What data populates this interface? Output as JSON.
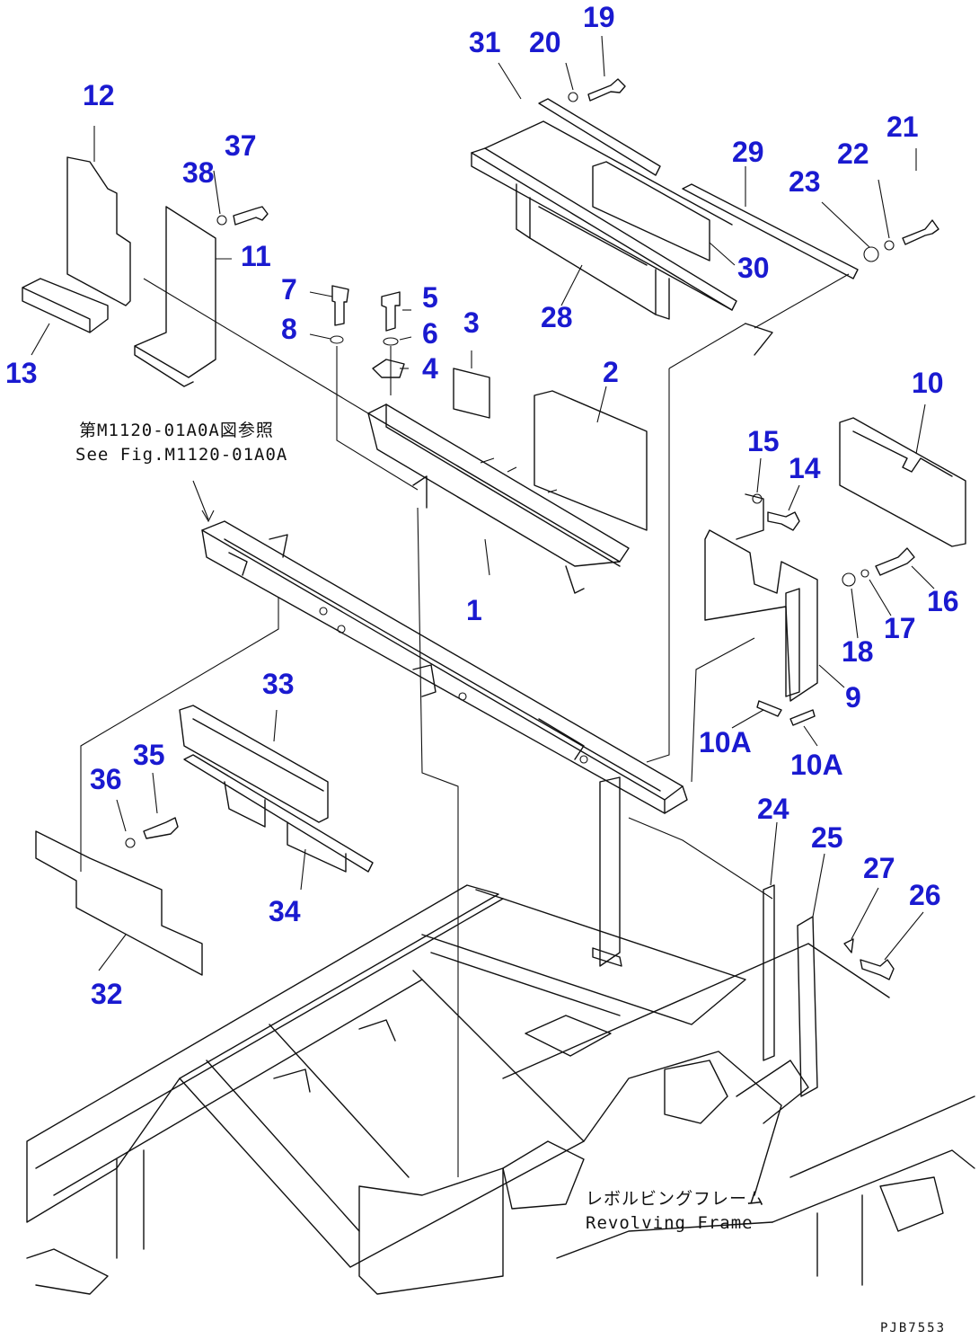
{
  "callouts": [
    "1",
    "2",
    "3",
    "4",
    "5",
    "6",
    "7",
    "8",
    "9",
    "10",
    "10A",
    "10A",
    "11",
    "12",
    "13",
    "14",
    "15",
    "16",
    "17",
    "18",
    "19",
    "20",
    "21",
    "22",
    "23",
    "24",
    "25",
    "26",
    "27",
    "28",
    "29",
    "30",
    "31",
    "32",
    "33",
    "34",
    "35",
    "36",
    "37",
    "38"
  ],
  "notes": {
    "see_fig_ja": "第M1120-01A0A図参照",
    "see_fig_en": "See Fig.M1120-01A0A",
    "frame_ja": "レボルビングフレーム",
    "frame_en": "Revolving Frame"
  },
  "drawing_code": "PJB7553"
}
